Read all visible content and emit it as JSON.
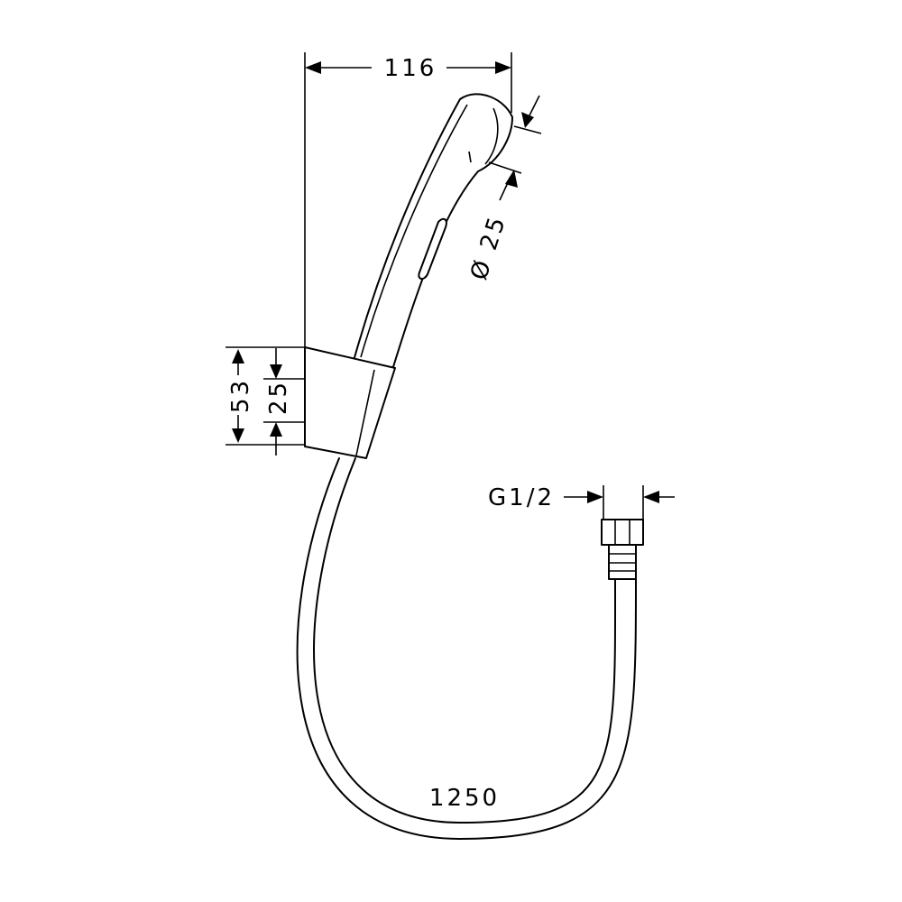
{
  "drawing": {
    "dimensions": {
      "overall_width": "116",
      "spray_face_diameter": "Ø 25",
      "holder_height": "53",
      "holder_opening": "25",
      "thread": "G1/2",
      "hose_length": "1250"
    }
  }
}
